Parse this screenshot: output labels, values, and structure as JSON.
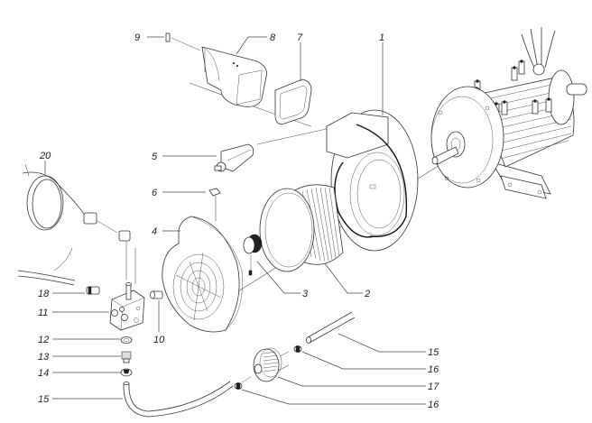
{
  "diagram": {
    "type": "exploded-parts-view",
    "subject": "electric motor with blower fan assembly",
    "callouts": [
      {
        "id": "c1",
        "label": "1",
        "part": "fan-housing"
      },
      {
        "id": "c2",
        "label": "2",
        "part": "fan-impeller"
      },
      {
        "id": "c3",
        "label": "3",
        "part": "hub-coupling"
      },
      {
        "id": "c4",
        "label": "4",
        "part": "housing-cover"
      },
      {
        "id": "c5",
        "label": "5",
        "part": "flap-valve"
      },
      {
        "id": "c6",
        "label": "6",
        "part": "clip"
      },
      {
        "id": "c7",
        "label": "7",
        "part": "gasket"
      },
      {
        "id": "c8",
        "label": "8",
        "part": "outlet-duct"
      },
      {
        "id": "c9",
        "label": "9",
        "part": "small-clip"
      },
      {
        "id": "c10",
        "label": "10",
        "part": "nozzle"
      },
      {
        "id": "c11",
        "label": "11",
        "part": "valve-block"
      },
      {
        "id": "c12",
        "label": "12",
        "part": "o-ring"
      },
      {
        "id": "c13",
        "label": "13",
        "part": "fitting"
      },
      {
        "id": "c14",
        "label": "14",
        "part": "hose-clamp"
      },
      {
        "id": "c15a",
        "label": "15",
        "part": "hose"
      },
      {
        "id": "c15b",
        "label": "15",
        "part": "hose"
      },
      {
        "id": "c16a",
        "label": "16",
        "part": "hose-clamp"
      },
      {
        "id": "c16b",
        "label": "16",
        "part": "hose-clamp"
      },
      {
        "id": "c17",
        "label": "17",
        "part": "inline-filter"
      },
      {
        "id": "c18",
        "label": "18",
        "part": "connector-fitting"
      },
      {
        "id": "c20",
        "label": "20",
        "part": "power-cable"
      }
    ]
  }
}
